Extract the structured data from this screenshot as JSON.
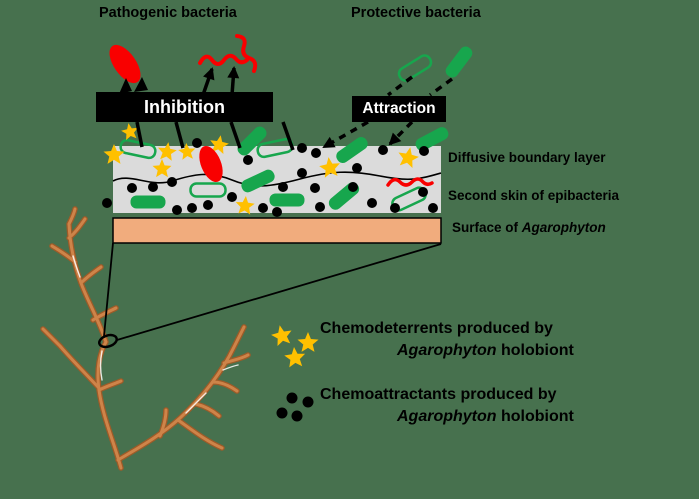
{
  "titles": {
    "pathogenic": "Pathogenic bacteria",
    "protective": "Protective bacteria"
  },
  "boxes": {
    "inhibition": "Inhibition",
    "attraction": "Attraction"
  },
  "layer_labels": {
    "diffusive": "Diffusive boundary layer",
    "second_skin": "Second skin of epibacteria",
    "surface_prefix": "Surface of ",
    "surface_italic": "Agarophyton"
  },
  "legend": {
    "chemodeterrents": {
      "line1": "Chemodeterrents produced by",
      "line2_italic": "Agarophyton",
      "line2_rest": " holobiont"
    },
    "chemoattractants": {
      "line1": "Chemoattractants produced by",
      "line2_italic": "Agarophyton",
      "line2_rest": " holobiont"
    }
  },
  "colors": {
    "background": "#47714E",
    "boundary_layer": "#DBDBDB",
    "surface_layer": "#F1AC7D",
    "bacteria_green": "#17A64D",
    "pathogen_red": "#F90000",
    "star_yellow": "#FFC000",
    "dot_black": "#000000",
    "box_black": "#000000",
    "box_text": "#FFFFFF",
    "seaweed_dark": "#9E5B28",
    "seaweed_light": "#CE8449",
    "seaweed_highlight": "#FFFFFF"
  },
  "scene": {
    "boundary_rect": [
      113,
      146,
      328,
      67
    ],
    "surface_rect": [
      113,
      218,
      328,
      25
    ],
    "rod_size": [
      35,
      13
    ],
    "rods_filled": [
      [
        252,
        141,
        -45
      ],
      [
        352,
        150,
        -35
      ],
      [
        432,
        139,
        -28
      ],
      [
        258,
        181,
        -25
      ],
      [
        148,
        202,
        0
      ],
      [
        287,
        200,
        0
      ],
      [
        344,
        196,
        -40
      ]
    ],
    "rods_outline": [
      [
        138,
        149,
        12
      ],
      [
        275,
        148,
        -12
      ],
      [
        208,
        190,
        0
      ],
      [
        409,
        199,
        -25
      ]
    ],
    "protective_rod_filled": [
      459,
      62,
      -53
    ],
    "protective_rod_outline": [
      415,
      68,
      -32
    ],
    "stars": [
      [
        130,
        132,
        9,
        -10
      ],
      [
        114,
        155,
        11,
        0
      ],
      [
        167,
        152,
        10,
        8
      ],
      [
        187,
        152,
        9,
        -5
      ],
      [
        219,
        145,
        10,
        10
      ],
      [
        162,
        169,
        10,
        0
      ],
      [
        245,
        206,
        10,
        5
      ],
      [
        330,
        168,
        11,
        -8
      ],
      [
        408,
        158,
        11,
        12
      ]
    ],
    "dots": [
      [
        197,
        143
      ],
      [
        302,
        148
      ],
      [
        316,
        153
      ],
      [
        383,
        150
      ],
      [
        424,
        151
      ],
      [
        357,
        168
      ],
      [
        283,
        187
      ],
      [
        132,
        188
      ],
      [
        153,
        187
      ],
      [
        172,
        182
      ],
      [
        107,
        203
      ],
      [
        177,
        210
      ],
      [
        192,
        208
      ],
      [
        208,
        205
      ],
      [
        232,
        197
      ],
      [
        263,
        208
      ],
      [
        277,
        212
      ],
      [
        302,
        173
      ],
      [
        315,
        188
      ],
      [
        353,
        187
      ],
      [
        320,
        207
      ],
      [
        372,
        203
      ],
      [
        395,
        208
      ],
      [
        423,
        192
      ],
      [
        433,
        208
      ],
      [
        248,
        160
      ]
    ],
    "dot_radius": 5,
    "red_ellipses": [
      [
        125,
        64,
        11,
        22,
        -35
      ],
      [
        211,
        164,
        10,
        19,
        -22
      ]
    ],
    "red_squiggles": [
      "M200,63 q6,-11 12,-3 q6,8 12,0 q6,-8 12,-1 q5,6 11,1",
      "M237,36 q10,1 7,10 q-3,9 5,12 q9,3 5,13",
      "M388,185 q6,-9 12,-3 q6,6 12,0 q6,-6 11,0 q4,4 9,1"
    ],
    "wavy_line": "M113,181 C130,172 150,188 172,181 S210,171 232,180 S270,187 300,179 S350,170 380,176 S420,179 441,173",
    "inhibition_lines": [
      [
        142,
        147,
        137,
        122
      ],
      [
        183,
        148,
        176,
        122
      ],
      [
        240,
        148,
        231,
        122
      ],
      [
        293,
        150,
        283,
        122
      ]
    ],
    "inhibition_arrows": [
      [
        203,
        95,
        212,
        69
      ],
      [
        232,
        95,
        234,
        68
      ]
    ],
    "inhibition_chevrons": [
      "119,94 126,78 132,91",
      "134,92 142,77 148,90"
    ],
    "attraction_segments": [
      [
        412,
        77,
        388,
        95
      ],
      [
        452,
        79,
        430,
        95
      ]
    ],
    "attraction_arrows": [
      [
        368,
        122,
        324,
        147
      ],
      [
        412,
        122,
        390,
        144
      ]
    ],
    "callout_circle": [
      108,
      341,
      9,
      5.5,
      -18
    ],
    "callout_lines": [
      [
        113,
        243,
        104,
        336
      ],
      [
        441,
        244,
        117,
        340
      ]
    ],
    "legend_stars": [
      [
        282,
        336,
        11,
        -12
      ],
      [
        308,
        343,
        11,
        0
      ],
      [
        295,
        358,
        11,
        -5
      ]
    ],
    "legend_dots": [
      [
        292,
        398
      ],
      [
        308,
        402
      ],
      [
        282,
        413
      ],
      [
        297,
        416
      ]
    ],
    "legend_dot_radius": 5.5
  }
}
